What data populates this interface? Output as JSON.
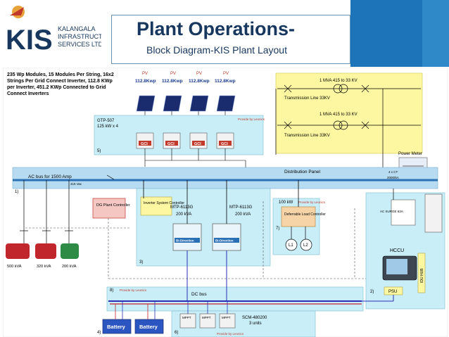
{
  "header": {
    "logo_letters": "KIS",
    "logo_line1": "KALANGALA",
    "logo_line2": "INFRASTRUCTURE",
    "logo_line3": "SERVICES LTD.",
    "title": "Plant Operations-",
    "subtitle": "Block Diagram-KIS Plant Layout"
  },
  "diagram": {
    "note_lines": [
      "235 Wp Modules, 15 Modules Per String, 16x2",
      "Strings Per Grid Connect Inverter, 112.8 KWp",
      "per Inverter, 451.2 KWp Connected to Grid",
      "Connect Inverters"
    ],
    "pv_label": "PV",
    "pv_power": "112.8Kwp",
    "gtp_title": "GTP-507",
    "gtp_rating": "125 kW x 4",
    "gci_label": "GCI",
    "provide_by": "Provide by Leonics",
    "section_5": "5)",
    "section_1": "1)",
    "section_3": "3)",
    "section_7": "7)",
    "section_8": "8)",
    "section_2": "2)",
    "section_4": "4)",
    "section_6": "6)",
    "transformer_label": "1 MVA 415 to 33 KV",
    "transmission_label": "Transmission Line 33KV",
    "power_meter": "Power Meter",
    "distribution_panel": "Distribution Panel",
    "ct_label": "4 x CT",
    "ct_rating": "2000/5A",
    "ac_bus": "AC bus for 1500 Amp",
    "ac_voltage": "415 Vac",
    "dg_controller": "DG Plant Controller",
    "inverter_controller": "Inverter System Controller",
    "mtp_label": "MTP-6113G",
    "mtp_rating": "200 kVA",
    "bidirection": "Bi-Direction",
    "load_rating": "100 kW",
    "deferrable_load": "Deferrable Load Controller",
    "l1": "L1",
    "l2": "L2",
    "gen_ratings": [
      "500 kVA",
      "320 kVA",
      "200 kVA"
    ],
    "ac_surge": "AC SURGE 63A",
    "hccu": "HCCU",
    "idu_hub": "IDU HUB",
    "psu": "PSU",
    "dc_bus": "DC bus",
    "battery": "Battery",
    "scm_label": "SCM-480200",
    "scm_units": "3 units",
    "mppt": "MPPT"
  }
}
